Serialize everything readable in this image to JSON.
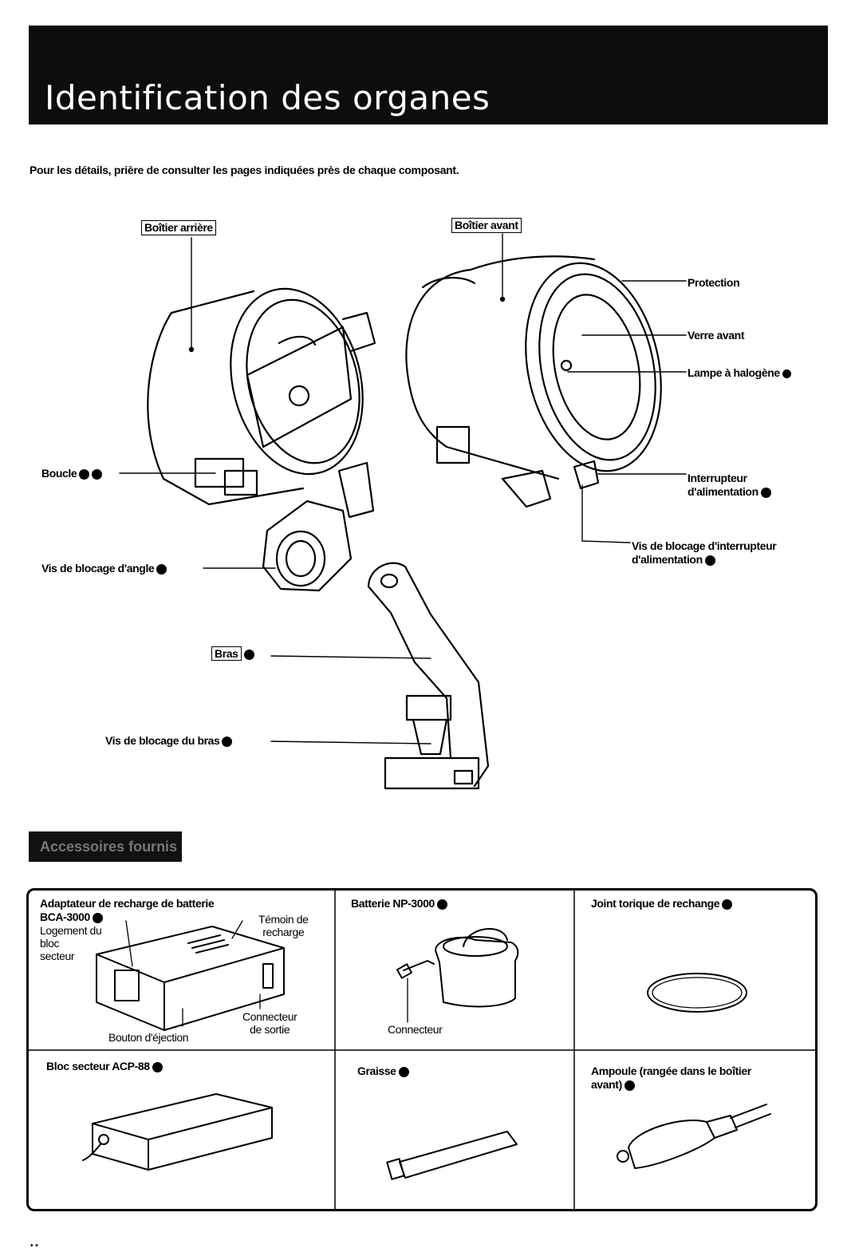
{
  "page": {
    "title": "Identification des organes",
    "intro": "Pour les détails, prière de consulter les pages indiquées près de chaque composant."
  },
  "diagram": {
    "rear_housing": "Boîtier arrière",
    "front_housing": "Boîtier avant",
    "protection": "Protection",
    "front_glass": "Verre avant",
    "halogen_lamp": "Lampe à halogène",
    "buckle": "Boucle",
    "power_switch_line1": "Interrupteur",
    "power_switch_line2": "d'alimentation",
    "switch_lock_line1": "Vis de blocage d'interrupteur",
    "switch_lock_line2": "d'alimentation",
    "angle_lock": "Vis de blocage d'angle",
    "arm": "Bras",
    "arm_lock": "Vis de blocage du bras"
  },
  "accessories": {
    "heading": "Accessoires fournis",
    "charger_title_line1": "Adaptateur de recharge de batterie",
    "charger_title_line2": "BCA-3000",
    "charger_slot_line1": "Logement du",
    "charger_slot_line2": "bloc",
    "charger_slot_line3": "secteur",
    "charge_lamp_line1": "Témoin de",
    "charge_lamp_line2": "recharge",
    "eject_button": "Bouton d'éjection",
    "output_connector_line1": "Connecteur",
    "output_connector_line2": "de sortie",
    "battery_title": "Batterie NP-3000",
    "battery_connector": "Connecteur",
    "oring_title": "Joint torique de rechange",
    "adapter_title": "Bloc secteur ACP-88",
    "grease_title": "Graisse",
    "bulb_title_line1": "Ampoule (rangée dans le boîtier",
    "bulb_title_line2": "avant)"
  },
  "footer": {
    "page_mark": "• •"
  }
}
